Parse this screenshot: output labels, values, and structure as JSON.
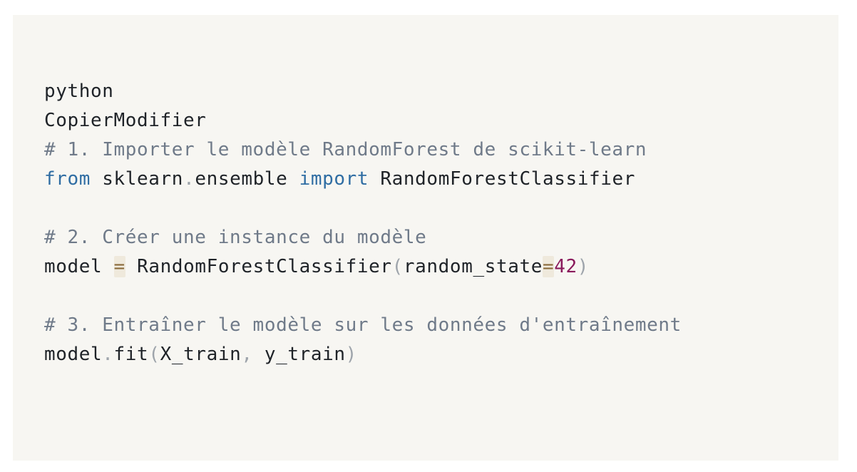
{
  "code_block": {
    "language_label": "python",
    "actions_label": "CopierModifier",
    "lines": {
      "comment_1": "# 1. Importer le modèle RandomForest de scikit-learn",
      "import_line": {
        "kw_from": "from",
        "module_a": "sklearn",
        "dot": ".",
        "module_b": "ensemble",
        "kw_import": "import",
        "name": "RandomForestClassifier"
      },
      "comment_2": "# 2. Créer une instance du modèle",
      "model_line": {
        "var": "model",
        "eq": "=",
        "cls": "RandomForestClassifier",
        "lparen": "(",
        "param": "random_state",
        "eq2": "=",
        "value": "42",
        "rparen": ")"
      },
      "comment_3": "# 3. Entraîner le modèle sur les données d'entraînement",
      "fit_line": {
        "obj": "model",
        "dot": ".",
        "method": "fit",
        "lparen": "(",
        "arg1": "X_train",
        "comma": ",",
        "arg2": "y_train",
        "rparen": ")"
      }
    }
  },
  "colors": {
    "panel_bg": "#f7f6f2",
    "text": "#1f2328",
    "comment": "#6f7a89",
    "keyword": "#2f6da3",
    "number": "#8a1a5c",
    "punctuation": "#9ea4ab"
  }
}
